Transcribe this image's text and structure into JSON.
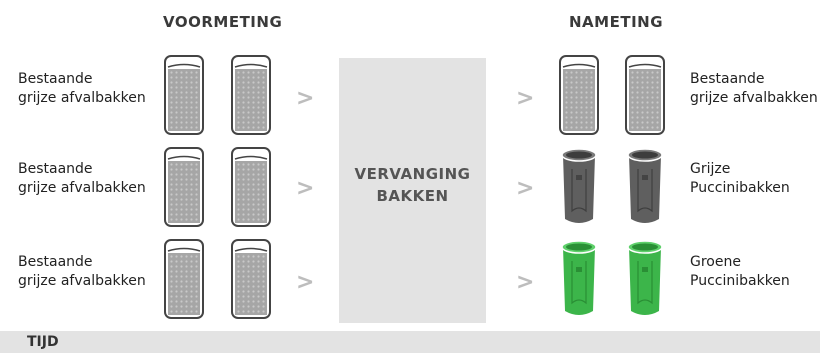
{
  "headers": {
    "before": "VOORMETING",
    "after": "NAMETING"
  },
  "center": {
    "line1": "VERVANGING",
    "line2": "BAKKEN"
  },
  "rows": [
    {
      "left_l1": "Bestaande",
      "left_l2": "grijze afvalbakken",
      "right_l1": "Bestaande",
      "right_l2": "grijze afvalbakken",
      "right_bin": "grey-mesh"
    },
    {
      "left_l1": "Bestaande",
      "left_l2": "grijze afvalbakken",
      "right_l1": "Grijze",
      "right_l2": "Puccinibakken",
      "right_bin": "grey-puccini"
    },
    {
      "left_l1": "Bestaande",
      "left_l2": "grijze afvalbakken",
      "right_l1": "Groene",
      "right_l2": "Puccinibakken",
      "right_bin": "green-puccini"
    }
  ],
  "arrow_glyph": ">",
  "timeline": {
    "label": "TIJD"
  },
  "colors": {
    "mesh_bin": "#a8a8a8",
    "grey_puccini": "#5f5f5f",
    "green_puccini": "#3cb54a",
    "center_box": "#e3e3e3"
  }
}
